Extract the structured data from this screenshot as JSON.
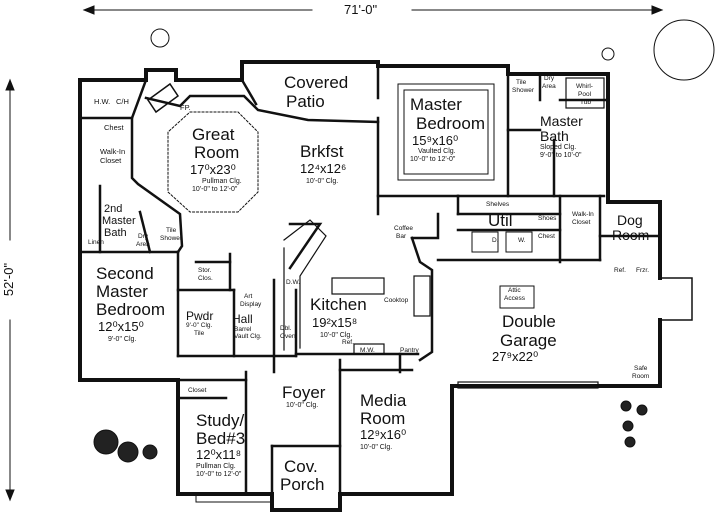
{
  "overall": {
    "width": "71'-0\"",
    "depth": "52'-0\""
  },
  "rooms": {
    "covered_patio": {
      "name_1": "Covered",
      "name_2": "Patio"
    },
    "great_room": {
      "name_1": "Great",
      "name_2": "Room",
      "size": "17⁰x23⁰",
      "note_1": "Pullman Clg.",
      "note_2": "10'-0\" to 12'-0\""
    },
    "brkfst": {
      "name": "Brkfst",
      "size": "12⁴x12⁶",
      "note": "10'-0\" Clg."
    },
    "master_bedroom": {
      "name_1": "Master",
      "name_2": "Bedroom",
      "size": "15⁹x16⁰",
      "note_1": "Vaulted Clg.",
      "note_2": "10'-0\" to 12'-0\""
    },
    "master_bath": {
      "name_1": "Master",
      "name_2": "Bath",
      "note_1": "Sloped Clg.",
      "note_2": "9'-0\" to 10'-0\""
    },
    "util": {
      "name": "Util"
    },
    "dog_room": {
      "name_1": "Dog",
      "name_2": "Room"
    },
    "second_master_bedroom": {
      "name_1": "Second",
      "name_2": "Master",
      "name_3": "Bedroom",
      "size": "12⁰x15⁰",
      "note": "9'-0\" Clg."
    },
    "second_master_bath": {
      "name_1": "2nd",
      "name_2": "Master",
      "name_3": "Bath"
    },
    "kitchen": {
      "name": "Kitchen",
      "size": "19²x15⁸",
      "note": "10'-0\" Clg."
    },
    "double_garage": {
      "name_1": "Double",
      "name_2": "Garage",
      "size": "27⁹x22⁰"
    },
    "hall": {
      "name": "Hall",
      "note_1": "Barrel",
      "note_2": "Vault Clg."
    },
    "pwdr": {
      "name": "Pwdr",
      "note_1": "9'-0\" Clg.",
      "note_2": "Tile"
    },
    "foyer": {
      "name": "Foyer",
      "note": "10'-0\" Clg."
    },
    "media_room": {
      "name_1": "Media",
      "name_2": "Room",
      "size": "12⁹x16⁰",
      "note": "10'-0\" Clg."
    },
    "study": {
      "name_1": "Study/",
      "name_2": "Bed#3",
      "size": "12⁰x11⁸",
      "note_1": "Pullman Clg.",
      "note_2": "10'-0\" to 12'-0\""
    },
    "cov_porch": {
      "name_1": "Cov.",
      "name_2": "Porch"
    }
  },
  "fixtures": {
    "hw": "H.W.",
    "ch": "C/H",
    "chest_1": "Chest",
    "walkin_closet_1": "Walk-In",
    "walkin_closet_2": "Closet",
    "fp": "FP.",
    "linen": "Linen",
    "dry_area_1": "Dry",
    "dry_area_2": "Area",
    "tile_shower_1": "Tile",
    "tile_shower_2": "Shower",
    "stor_clos_1": "Stor.",
    "stor_clos_2": "Clos.",
    "art_display_1": "Art",
    "art_display_2": "Display",
    "dw": "D.W.",
    "obl_oven_1": "Dbl.",
    "obl_oven_2": "Oven",
    "ref": "Ref.",
    "mw": "M.W.",
    "cooktop": "Cooktop",
    "pantry": "Pantry",
    "coffee_bar_1": "Coffee",
    "coffee_bar_2": "Bar",
    "shelves": "Shelves",
    "shoes": "Shoes",
    "d": "D.",
    "w": "W.",
    "chest_2": "Chest",
    "walkin_closet_b1": "Walk-In",
    "walkin_closet_b2": "Closet",
    "tile_shower_b1": "Tile",
    "tile_shower_b2": "Shower",
    "dry_area_b1": "Dry",
    "dry_area_b2": "Area",
    "whirlpool_1": "Whirl-",
    "whirlpool_2": "Pool",
    "whirlpool_3": "Tub",
    "attic_1": "Attic",
    "attic_2": "Access",
    "garage_ref": "Ref.",
    "frzr": "Frzr.",
    "safe_1": "Safe",
    "safe_2": "Room",
    "closet": "Closet"
  }
}
